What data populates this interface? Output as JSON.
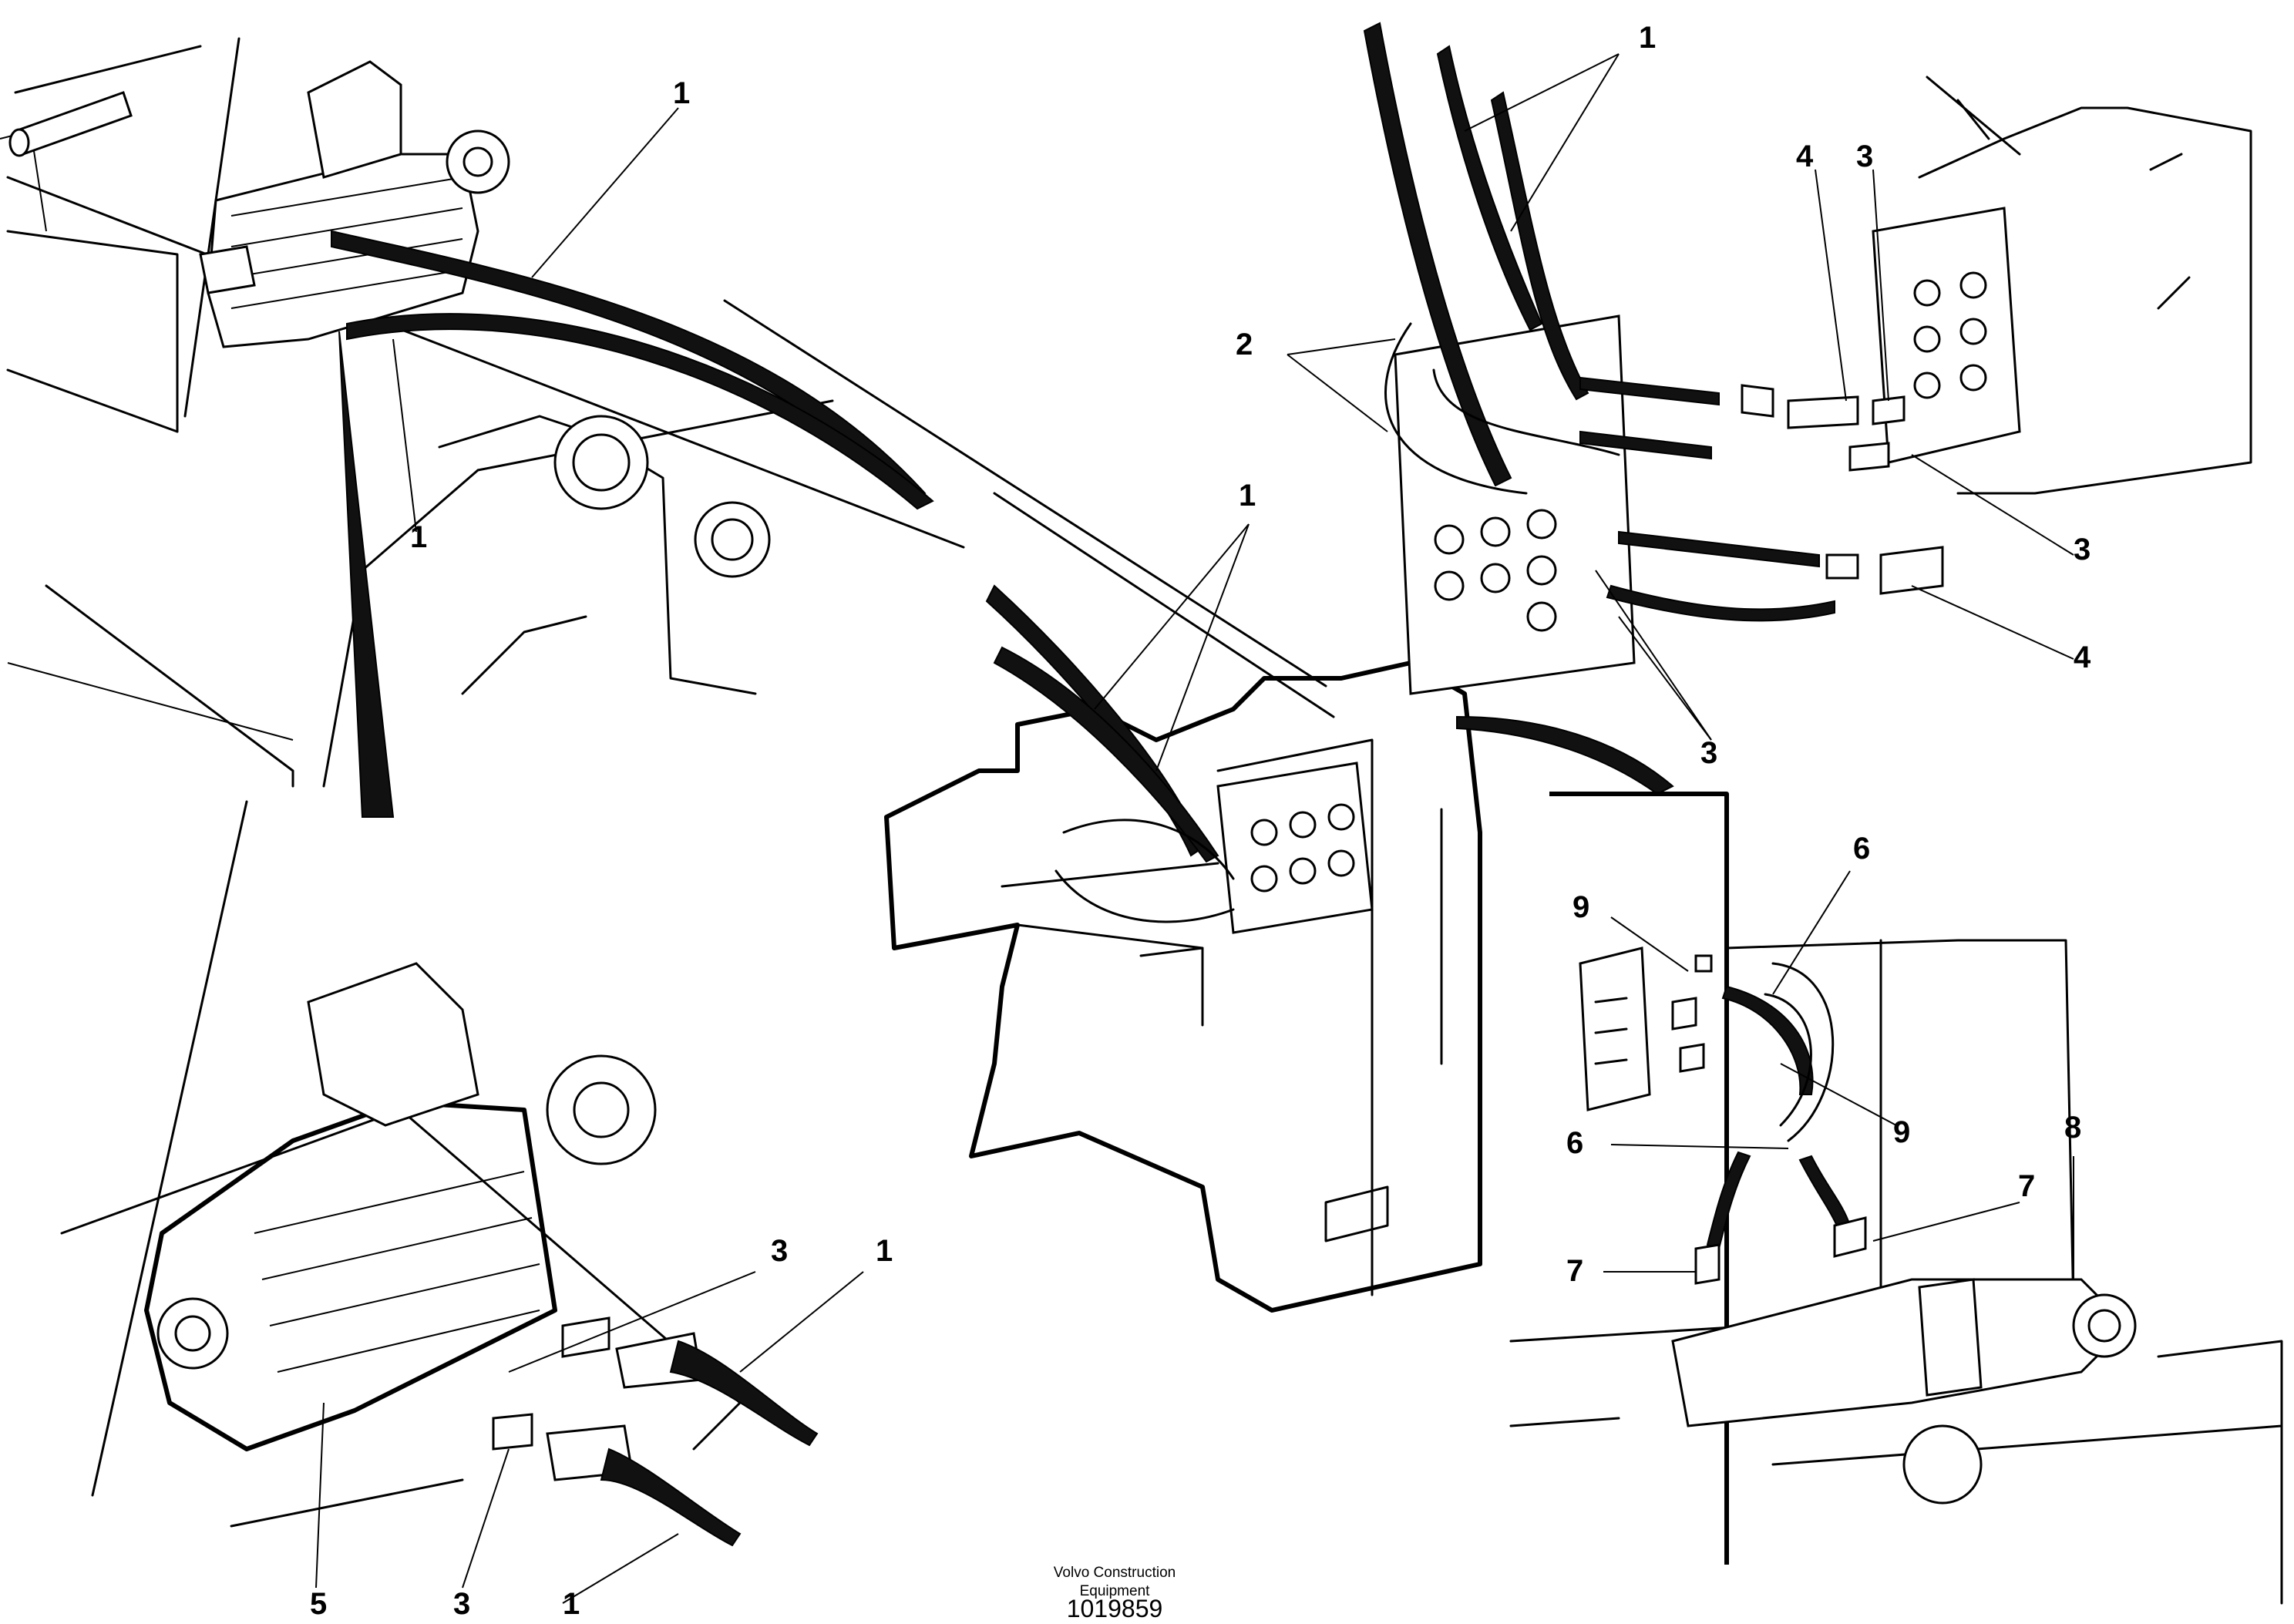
{
  "callouts": {
    "tl_1a": "1",
    "tl_1b": "1",
    "c_1": "1",
    "tr_1": "1",
    "tr_2": "2",
    "tr_4a": "4",
    "tr_3a": "3",
    "tr_3b": "3",
    "tr_4b": "4",
    "tr_3c": "3",
    "bl_3a": "3",
    "bl_1a": "1",
    "bl_5": "5",
    "bl_3b": "3",
    "bl_1b": "1",
    "br_6a": "6",
    "br_9a": "9",
    "br_9b": "9",
    "br_6b": "6",
    "br_8": "8",
    "br_7a": "7",
    "br_7b": "7"
  },
  "footer": {
    "line1": "Volvo Construction",
    "line2": "Equipment",
    "drawing_number": "1019859"
  }
}
